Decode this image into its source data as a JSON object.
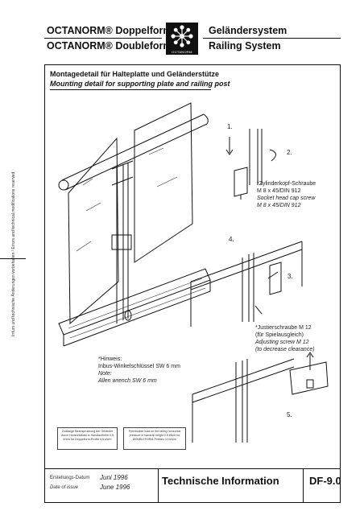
{
  "header": {
    "left_line1": "OCTANORM® Doppelform",
    "left_line2": "OCTANORM® Doubleform",
    "right_line1": "Geländersystem",
    "right_line2": "Railing System",
    "logo_text": "OCTANORM"
  },
  "side_note": "Irrtum und technische Änderungen vorbehalten / Errors and technical modifications reserved",
  "section": {
    "title_de": "Montagedetail für Halteplatte und Geländerstütze",
    "title_en": "Mounting detail for supporting plate and railing post"
  },
  "steps": [
    "1.",
    "2.",
    "3.",
    "4.",
    "5."
  ],
  "notes": {
    "screw1_de": "*Zylinderkopf-Schraube",
    "screw1_spec_de": "M 8 x 45/DIN 912",
    "screw1_en": "Socket head cap screw",
    "screw1_spec_en": "M 8 x 45/DIN 912",
    "screw2_de": "*Justierschraube M 12",
    "screw2_sub_de": "(für Spielausgleich)",
    "screw2_en": "Adjusting screw M 12",
    "screw2_sub_en": "(to decrease clearance)",
    "hint_de": "*Hinweis:",
    "hint_de_text": "Inbus-Winkelschlüssel SW 6 mm",
    "hint_en": "Note:",
    "hint_en_text": "Allen wrench SW 6 mm"
  },
  "boxes": {
    "left": "Zulässige Beanspruchung der Geländer durch Horizontallast in Handlaufhöhe 0,5 kN/m für Doppelform-Profile 0,5 kN/m",
    "right": "Permissible load on the railing horizontal pressure in handrail height 0,5 kN/m for DOUBLEFORM-Profiles 0,5 kN/m"
  },
  "footer": {
    "date_label_de": "Erstellungs-Datum",
    "date_value_de": "Juni 1996",
    "date_label_en": "Date of issue",
    "date_value_en": "June 1996",
    "section_title": "Technische Information",
    "doc_id": "DF-9.0"
  }
}
